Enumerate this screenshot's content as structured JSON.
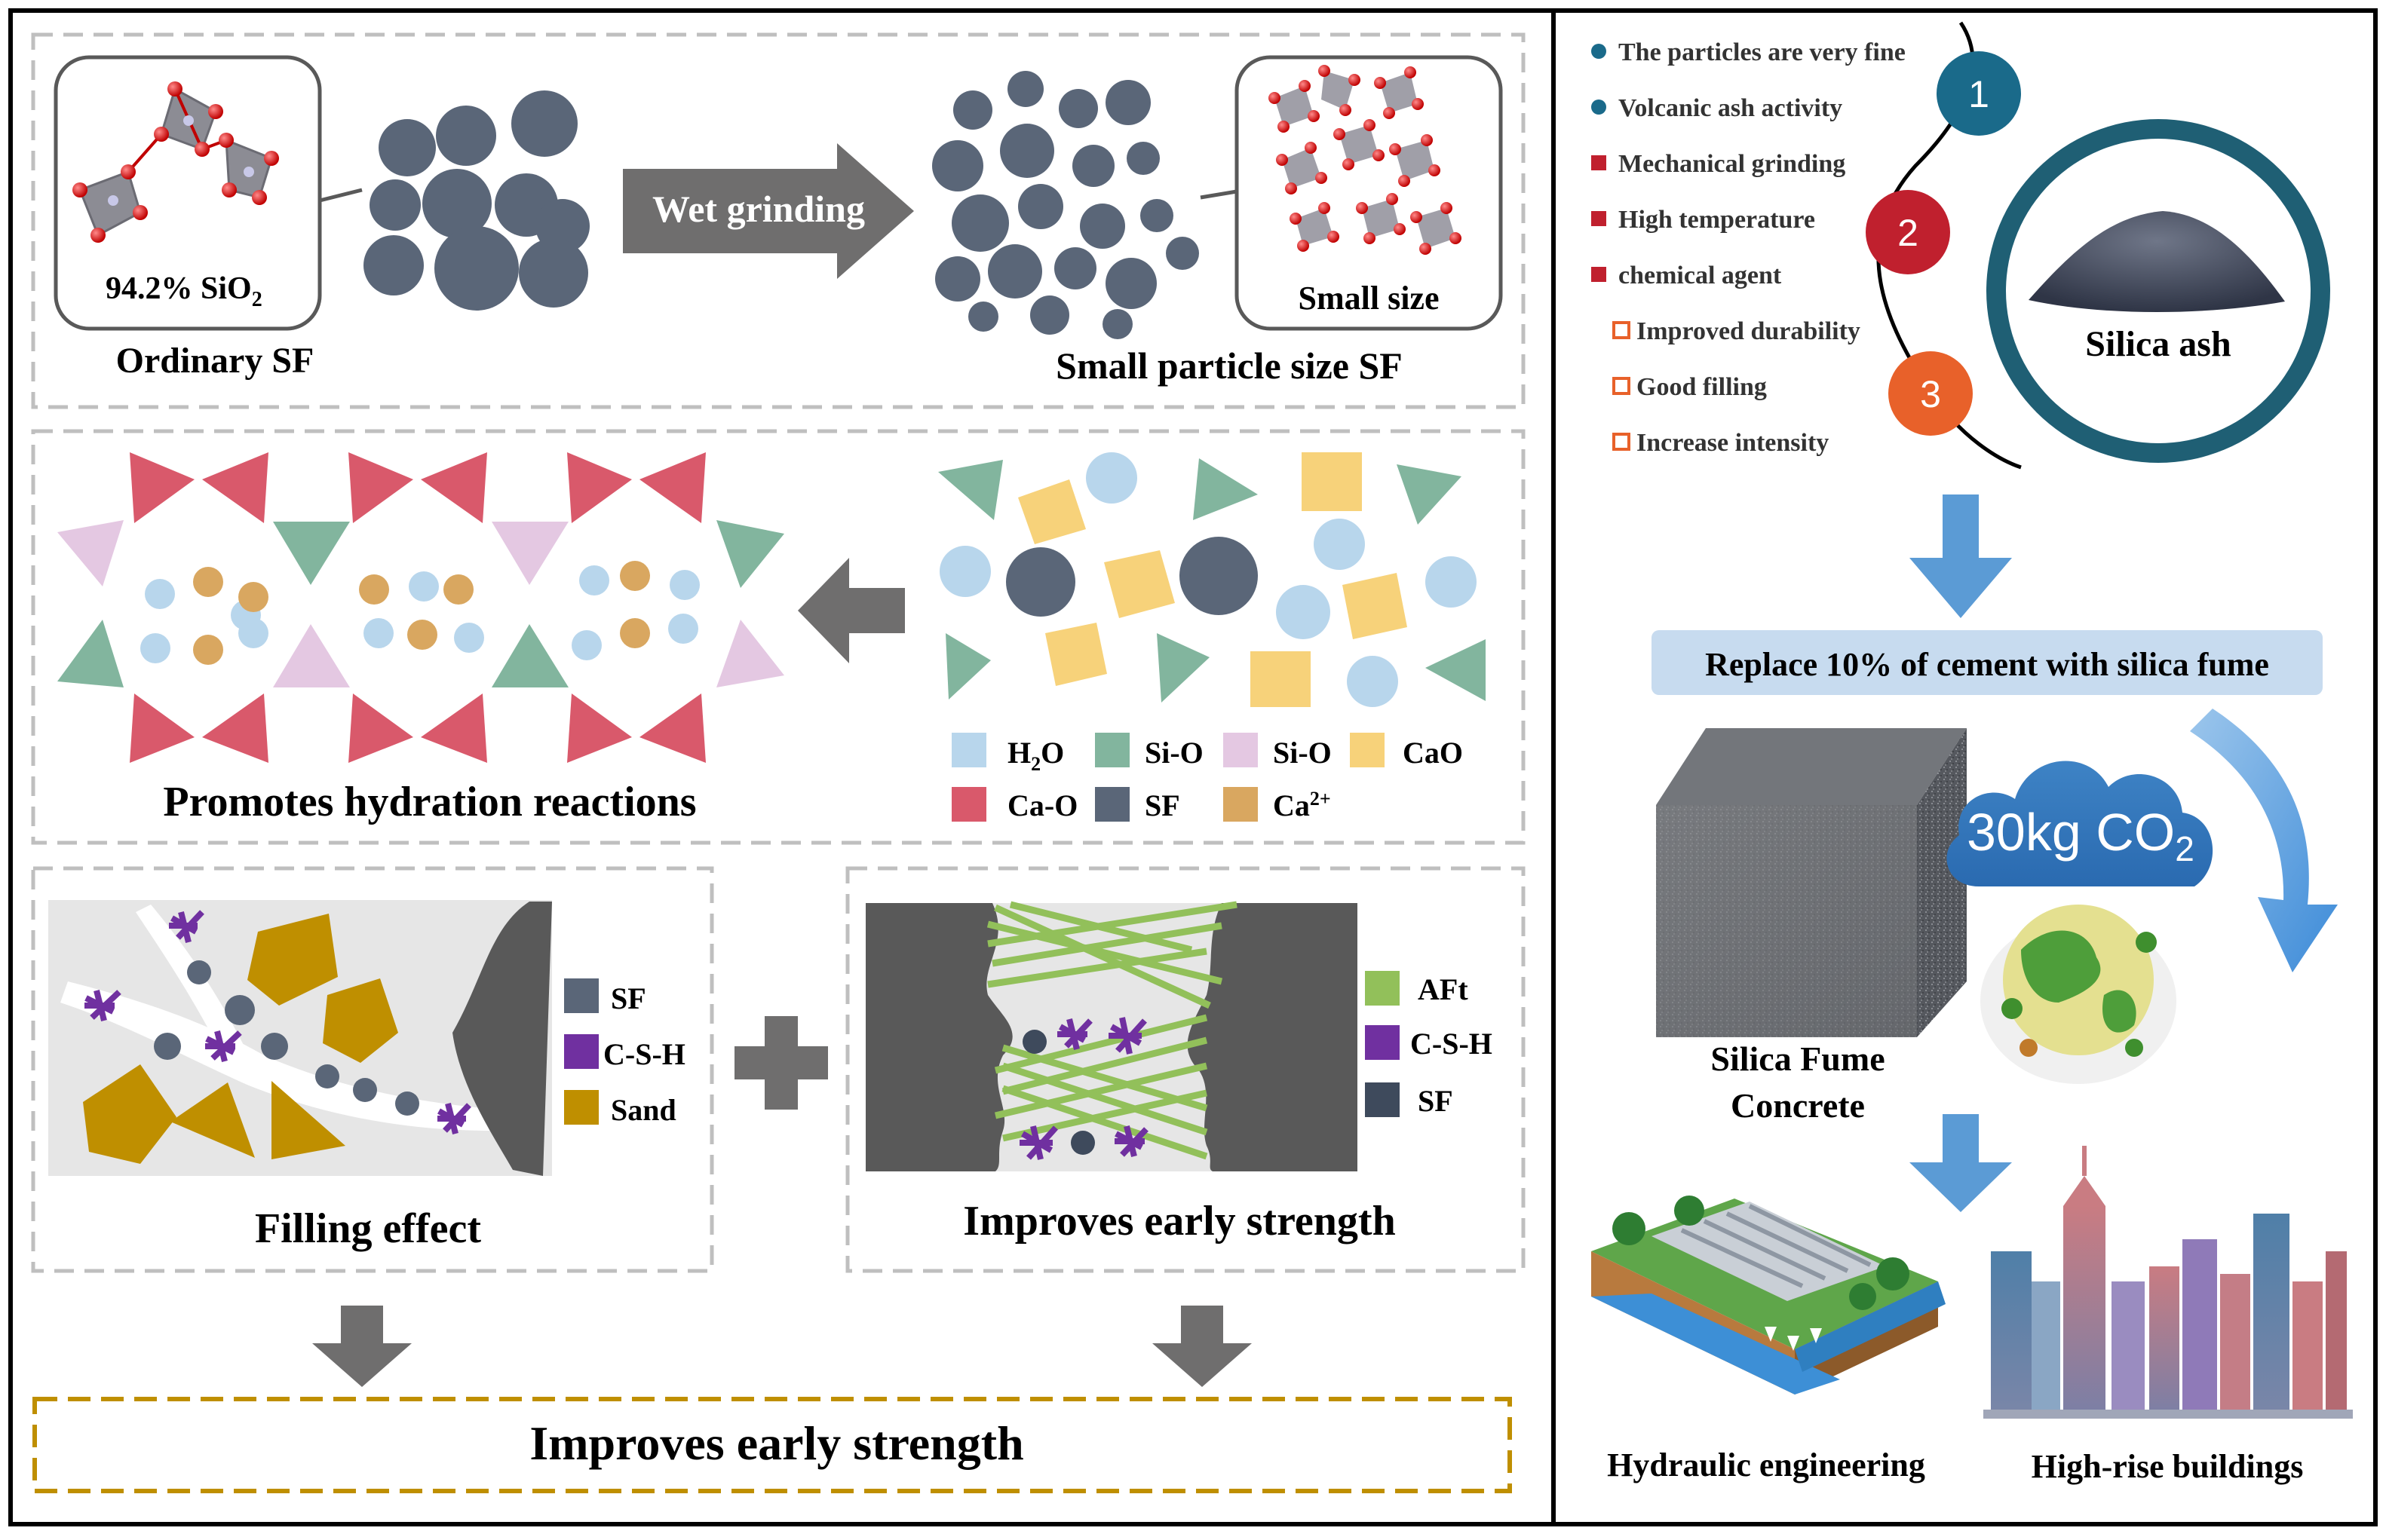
{
  "left_panel": {
    "section1": {
      "sio2_label": "94.2% SiO",
      "sio2_sub": "2",
      "ordinary_label": "Ordinary SF",
      "arrow_label": "Wet grinding",
      "small_size_label": "Small size",
      "small_particle_label": "Small particle size SF"
    },
    "section2": {
      "title": "Promotes hydration reactions",
      "legend": {
        "h2o_main": "H",
        "h2o_sub": "2",
        "h2o_end": "O",
        "si_o_1": "Si-O",
        "si_o_2": "Si-O",
        "cao": "CaO",
        "ca_o": "Ca-O",
        "sf": "SF",
        "ca_ion": "Ca",
        "ca_ion_sup": "2+"
      }
    },
    "section3": {
      "filling_title": "Filling effect",
      "filling_legend": {
        "sf": "SF",
        "csh": "C-S-H",
        "sand": "Sand"
      },
      "strength_title": "Improves early strength",
      "strength_legend": {
        "aft": "AFt",
        "csh": "C-S-H",
        "sf": "SF"
      }
    },
    "result_box": "Improves early strength"
  },
  "right_panel": {
    "bullets": [
      {
        "text": "The particles are very fine",
        "marker": "dot"
      },
      {
        "text": "Volcanic ash activity",
        "marker": "dot"
      },
      {
        "text": "Mechanical grinding",
        "marker": "square"
      },
      {
        "text": "High temperature",
        "marker": "square"
      },
      {
        "text": "chemical agent",
        "marker": "square"
      },
      {
        "text": "Improved durability",
        "marker": "hollow"
      },
      {
        "text": "Good filling",
        "marker": "hollow"
      },
      {
        "text": "Increase intensity",
        "marker": "hollow"
      }
    ],
    "steps": [
      "1",
      "2",
      "3"
    ],
    "silica_ash_label": "Silica ash",
    "replace_box": "Replace 10% of cement with silica fume",
    "co2_main": "30kg CO",
    "co2_sub": "2",
    "concrete_line1": "Silica Fume",
    "concrete_line2": "Concrete",
    "hydraulic_label": "Hydraulic engineering",
    "highrise_label": "High-rise buildings"
  },
  "colors": {
    "sf_particle": "#5a6678",
    "h2o": "#b8d6ec",
    "si_o_green": "#82b59e",
    "si_o_pink": "#e4c8e2",
    "cao": "#f7d27a",
    "ca_o": "#d9596b",
    "ca_ion": "#d9a760",
    "csh": "#7030a0",
    "sand": "#bf8f00",
    "aft": "#92c05a",
    "step1": "#1a6a8a",
    "step2": "#c0202e",
    "step3": "#e8612a",
    "blue_arrow": "#5b9bd5",
    "gray_arrow": "#6f6e6e"
  },
  "icons": [
    "sio2-tetrahedron-icon",
    "silica-ash-pile-icon",
    "cloud-icon",
    "earth-icon",
    "dam-icon",
    "skyscraper-icon"
  ]
}
